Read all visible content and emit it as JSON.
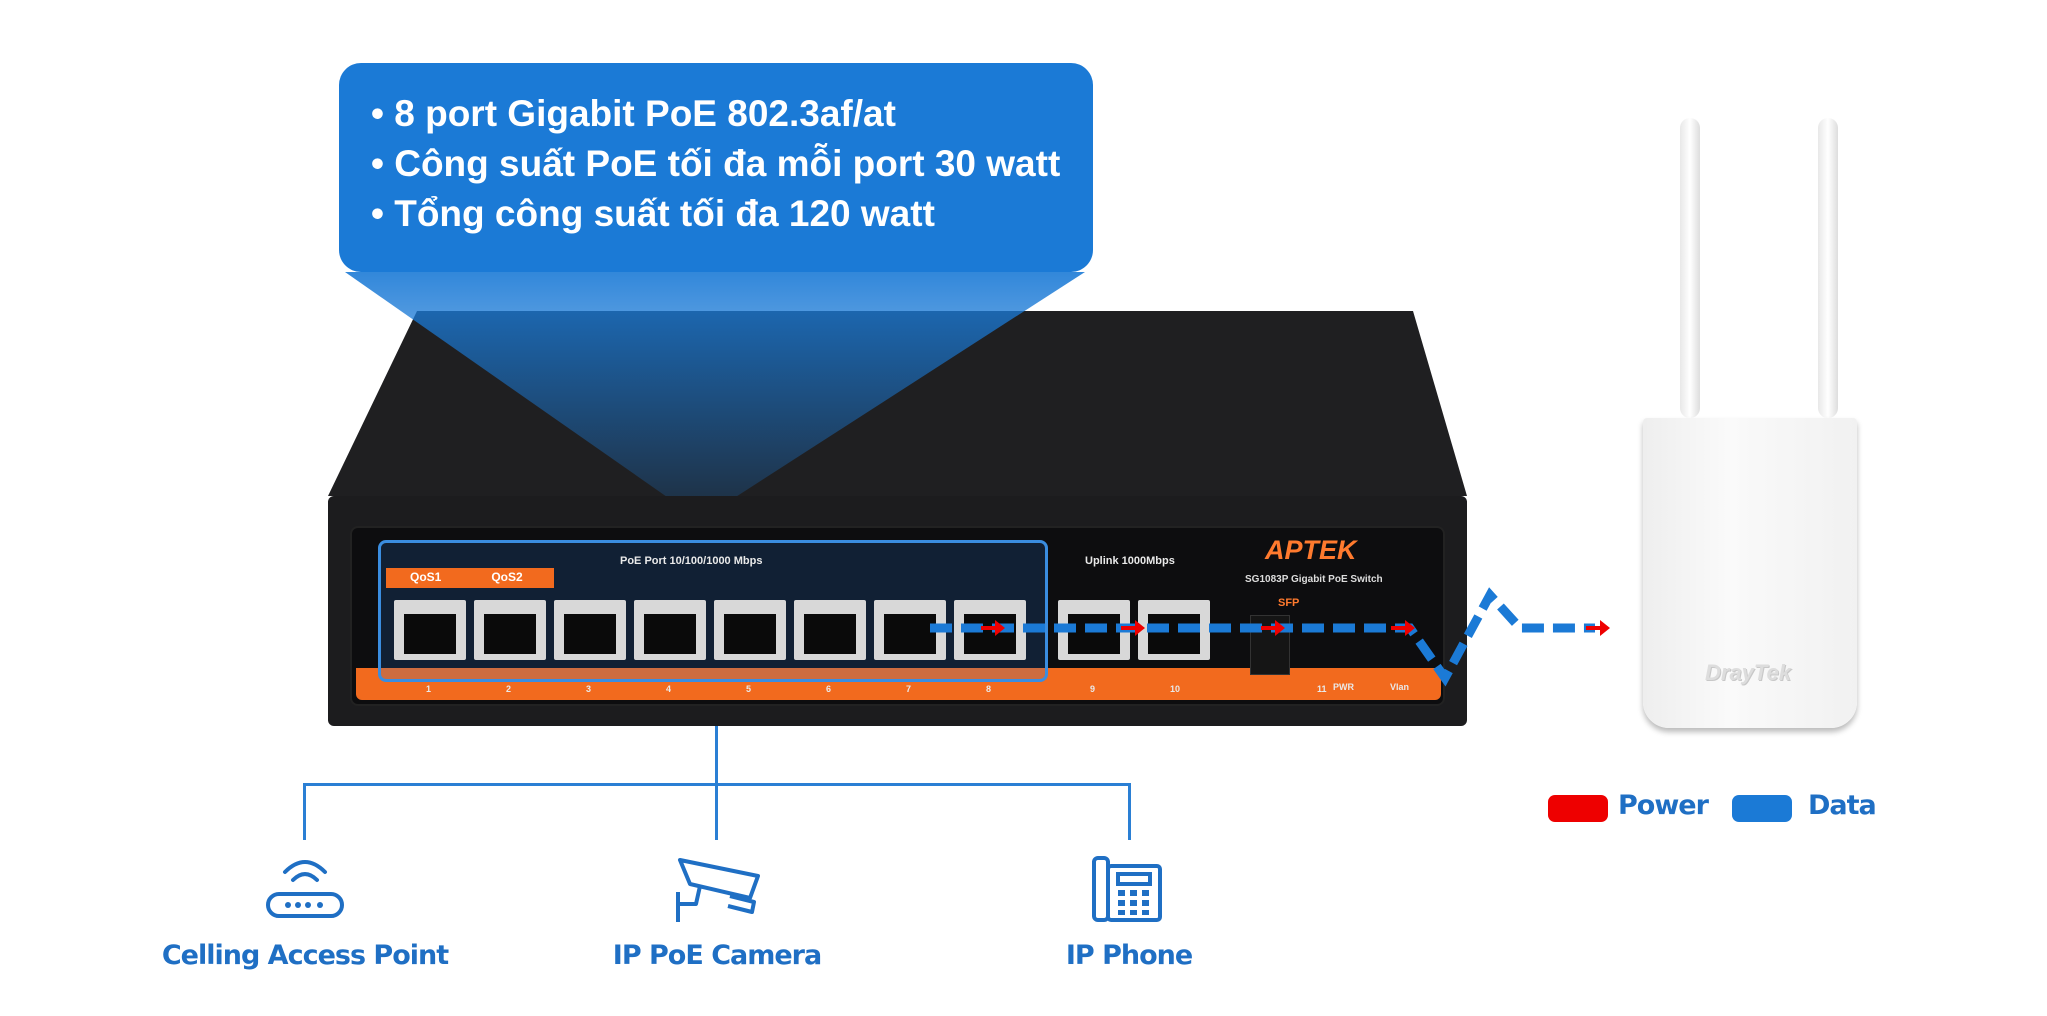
{
  "callout": {
    "items": [
      "8 port Gigabit PoE 802.3af/at",
      "Công suất PoE tối đa mỗi port 30 watt",
      "Tổng công suất tối đa 120 watt"
    ]
  },
  "switch": {
    "brand": "APTEK",
    "model": "SG1083P Gigabit PoE Switch",
    "poe_group_label": "PoE Port 10/100/1000 Mbps",
    "uplink_label": "Uplink 1000Mbps",
    "qos": [
      "QoS1",
      "QoS2"
    ],
    "sfp_label": "SFP",
    "port_numbers": [
      "1",
      "2",
      "3",
      "4",
      "5",
      "6",
      "7",
      "8",
      "9",
      "10",
      "11"
    ],
    "leds": [
      "PWR",
      "Vlan"
    ]
  },
  "router": {
    "brand": "DrayTek"
  },
  "legend": {
    "power": {
      "label": "Power",
      "color": "#ee0000"
    },
    "data": {
      "label": "Data",
      "color": "#1b7ad6"
    }
  },
  "devices": [
    {
      "label": "Celling Access Point",
      "icon": "access-point-icon"
    },
    {
      "label": "IP PoE Camera",
      "icon": "camera-icon"
    },
    {
      "label": "IP Phone",
      "icon": "phone-icon"
    }
  ]
}
